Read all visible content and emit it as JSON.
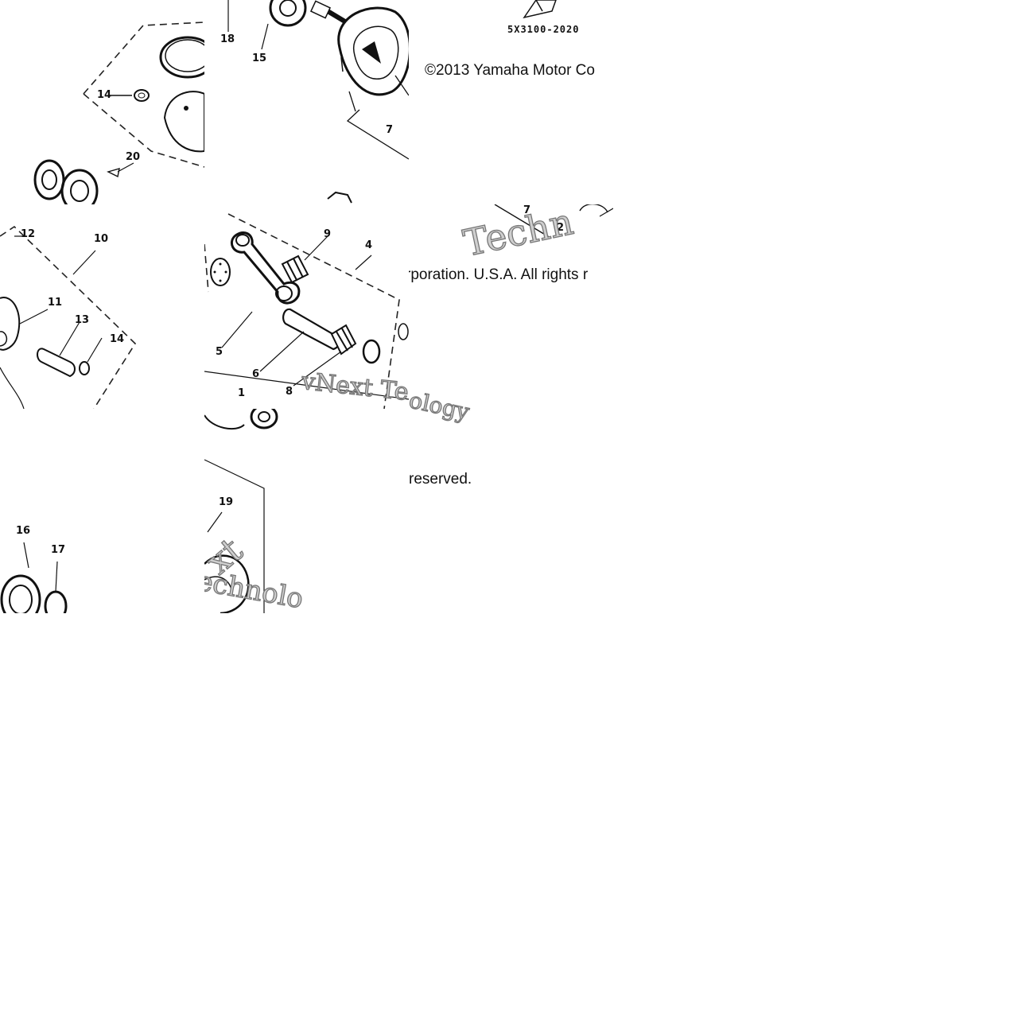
{
  "diagram": {
    "part_code": "5X3100-2020",
    "copyright_line_1": "©2013 Yamaha Motor Co",
    "copyright_line_2": "rporation. U.S.A. All rights r",
    "copyright_line_3": "reserved.",
    "watermark_1": "Techn",
    "watermark_2": "vNext Te",
    "watermark_3": "echnolo",
    "watermark_4": "xt",
    "watermark_5": "ology",
    "callouts": {
      "c1": "1",
      "c2": "2",
      "c4": "4",
      "c5": "5",
      "c6": "6",
      "c7": "7",
      "c7b": "7",
      "c8": "8",
      "c9": "9",
      "c10": "10",
      "c11": "11",
      "c12": "12",
      "c13": "13",
      "c14a": "14",
      "c14b": "14",
      "c15": "15",
      "c16": "16",
      "c17": "17",
      "c18": "18",
      "c19": "19",
      "c20": "20"
    }
  }
}
